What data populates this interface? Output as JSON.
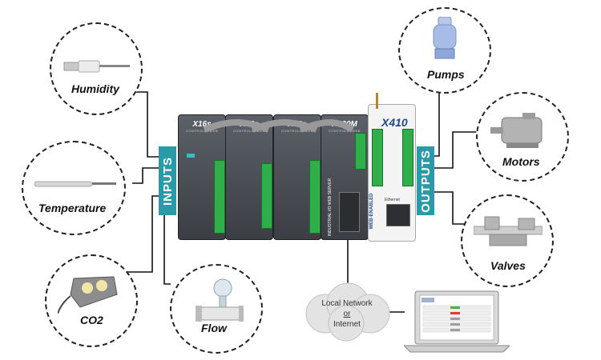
{
  "inputs_banner": "INPUTS",
  "outputs_banner": "OUTPUTS",
  "inputs": [
    {
      "label": "Humidity",
      "icon": "humidity-sensor-icon"
    },
    {
      "label": "Temperature",
      "icon": "temperature-probe-icon"
    },
    {
      "label": "CO2",
      "icon": "co2-sensor-icon"
    },
    {
      "label": "Flow",
      "icon": "flow-meter-icon"
    }
  ],
  "outputs": [
    {
      "label": "Pumps",
      "icon": "pump-icon"
    },
    {
      "label": "Motors",
      "icon": "motor-icon"
    },
    {
      "label": "Valves",
      "icon": "valve-icon"
    }
  ],
  "modules": [
    {
      "name": "X16s",
      "sub": "CONTROLBYWEB"
    },
    {
      "name": "X15s",
      "sub": "CONTROLBYWEB"
    },
    {
      "name": "X12s",
      "sub": "CONTROLBYWEB"
    },
    {
      "name": "X600M",
      "sub": "CONTROLBYWEB"
    }
  ],
  "x410": {
    "name": "X410",
    "side_label": "WEB-ENABLED",
    "port_label": "Ethernet"
  },
  "x600m_side_label": "INDUSTRIAL I/O WEB SERVER",
  "network": {
    "line1": "Local Network",
    "line2": "or",
    "line3": "Internet"
  },
  "colors": {
    "banner": "#2b9aa8",
    "terminal": "#2fae4a",
    "module": "#4a4d53"
  }
}
